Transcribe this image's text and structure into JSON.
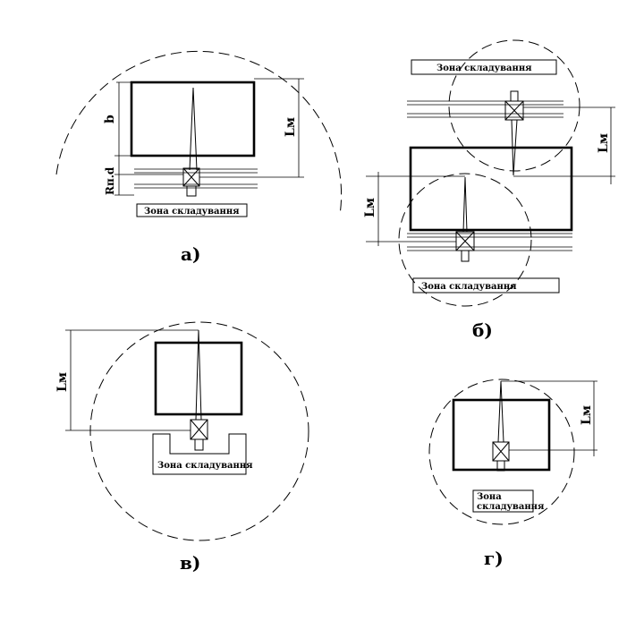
{
  "diagrams": {
    "a": {
      "caption": "а)",
      "zone_label": "Зона складування",
      "dim_b": "b",
      "dim_lm": "Lм",
      "dim_r": "Rп.d"
    },
    "b": {
      "caption": "б)",
      "zone_label_top": "Зона складування",
      "zone_label_bottom": "Зона складування",
      "dim_lm_right": "Lм",
      "dim_lm_left": "Lм"
    },
    "v": {
      "caption": "в)",
      "zone_label": "Зона складування",
      "dim_lm": "Lм"
    },
    "g": {
      "caption": "г)",
      "zone_label_line1": "Зона",
      "zone_label_line2": "складування",
      "dim_lm": "Lм"
    }
  }
}
